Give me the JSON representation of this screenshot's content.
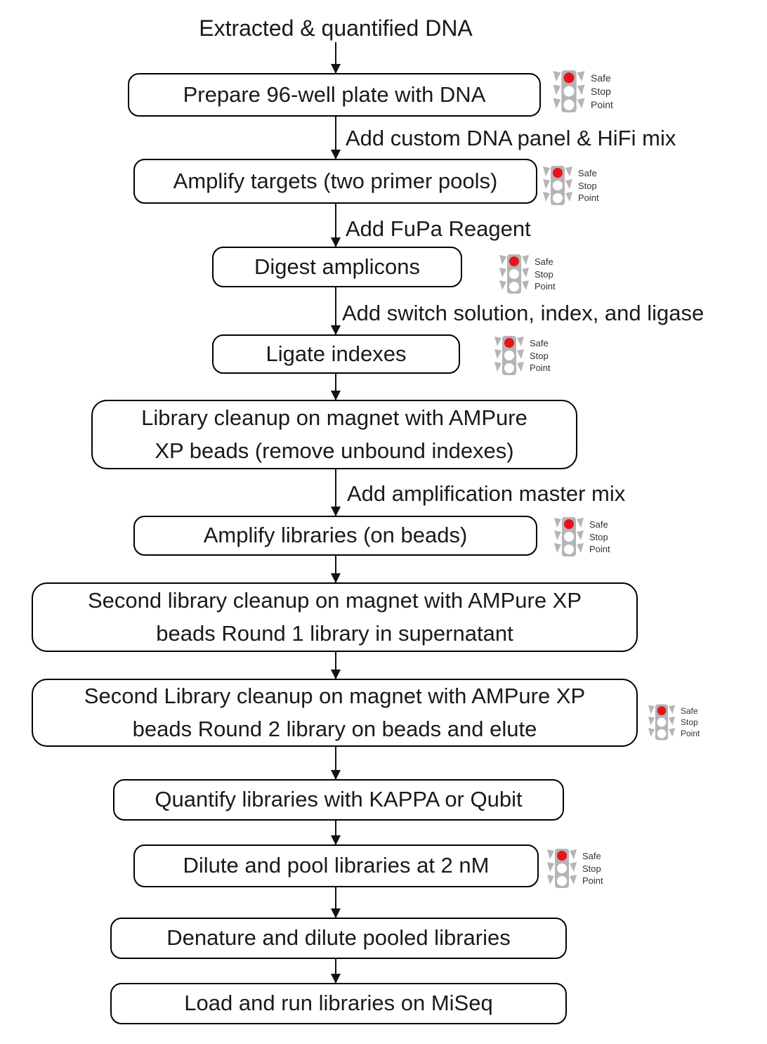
{
  "diagram": {
    "title": "Extracted & quantified DNA",
    "steps": {
      "prepare_plate": "Prepare 96-well plate with DNA",
      "amplify_targets": "Amplify targets (two primer pools)",
      "digest_amplicons": "Digest amplicons",
      "ligate_indexes": "Ligate indexes",
      "library_cleanup": {
        "line1": "Library cleanup on magnet with AMPure",
        "line2": "XP beads (remove unbound indexes)"
      },
      "amplify_libraries": "Amplify libraries (on beads)",
      "second_cleanup_round1": {
        "line1": "Second library cleanup on magnet with AMPure XP",
        "line2": "beads Round 1 library in supernatant"
      },
      "second_cleanup_round2": {
        "line1": "Second Library cleanup on magnet with AMPure XP",
        "line2": "beads Round 2 library on beads and elute"
      },
      "quantify_libraries": "Quantify libraries with KAPPA or Qubit",
      "dilute_pool": "Dilute and pool libraries at 2 nM",
      "denature_dilute": "Denature and dilute pooled libraries",
      "load_run": "Load and run libraries on MiSeq"
    },
    "edge_labels": {
      "custom_panel": "Add custom DNA panel & HiFi mix",
      "fupa_reagent": "Add FuPa Reagent",
      "switch_solution": "Add switch solution, index, and ligase",
      "master_mix": "Add amplification master mix"
    },
    "safe_stop_point": {
      "line1": "Safe",
      "line2": "Stop",
      "line3": "Point"
    },
    "colors": {
      "signal_red": "#e8111c",
      "signal_gray": "#b5b5b5",
      "text": "#1a1a1a"
    }
  }
}
